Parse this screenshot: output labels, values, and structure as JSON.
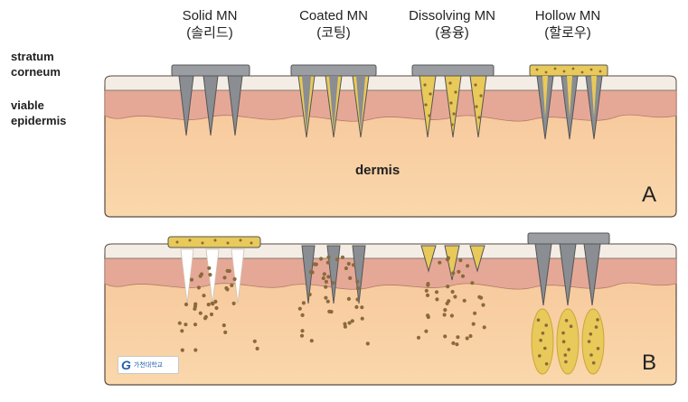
{
  "microneedle_types": [
    {
      "name": "Solid MN",
      "korean": "(솔리드)"
    },
    {
      "name": "Coated MN",
      "korean": "(코팅)"
    },
    {
      "name": "Dissolving MN",
      "korean": "(용융)"
    },
    {
      "name": "Hollow MN",
      "korean": "(할로우)"
    }
  ],
  "skin_layers": {
    "stratum_corneum": [
      "stratum",
      "corneum"
    ],
    "viable_epidermis": [
      "viable",
      "epidermis"
    ],
    "dermis": "dermis"
  },
  "panels": [
    {
      "letter": "A"
    },
    {
      "letter": "B"
    }
  ],
  "logo": {
    "mark": "G",
    "text": "가천대학교"
  },
  "colors": {
    "needle": "#8a8d92",
    "needle_base": "#9a9da2",
    "coating": "#e8c95a",
    "drug_dot": "#8a6a3a",
    "dermis": "#f6cfa0",
    "epidermis": "#e7a89a",
    "stratum": "#f2ece4"
  }
}
